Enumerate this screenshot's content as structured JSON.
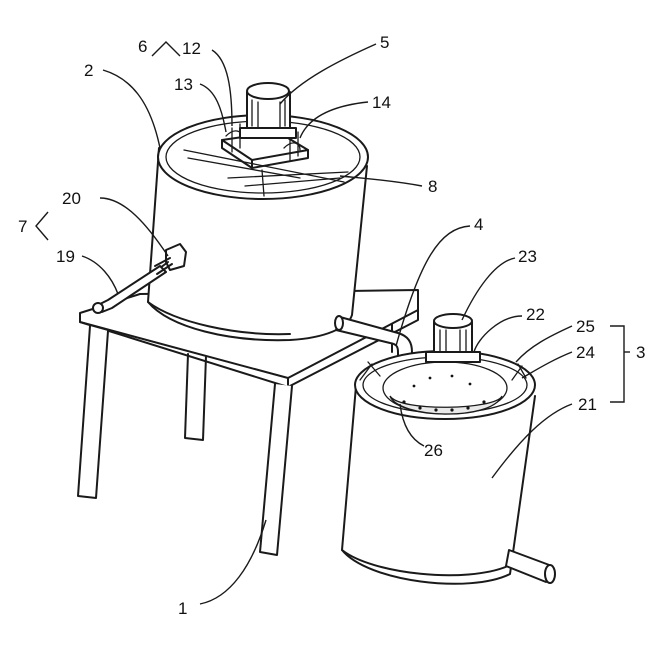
{
  "callouts": [
    {
      "id": "1",
      "text": "1"
    },
    {
      "id": "2",
      "text": "2"
    },
    {
      "id": "3",
      "text": "3"
    },
    {
      "id": "4",
      "text": "4"
    },
    {
      "id": "5",
      "text": "5"
    },
    {
      "id": "6",
      "text": "6"
    },
    {
      "id": "7",
      "text": "7"
    },
    {
      "id": "8",
      "text": "8"
    },
    {
      "id": "12",
      "text": "12"
    },
    {
      "id": "13",
      "text": "13"
    },
    {
      "id": "14",
      "text": "14"
    },
    {
      "id": "19",
      "text": "19"
    },
    {
      "id": "20",
      "text": "20"
    },
    {
      "id": "21",
      "text": "21"
    },
    {
      "id": "22",
      "text": "22"
    },
    {
      "id": "23",
      "text": "23"
    },
    {
      "id": "24",
      "text": "24"
    },
    {
      "id": "25",
      "text": "25"
    },
    {
      "id": "26",
      "text": "26"
    }
  ]
}
